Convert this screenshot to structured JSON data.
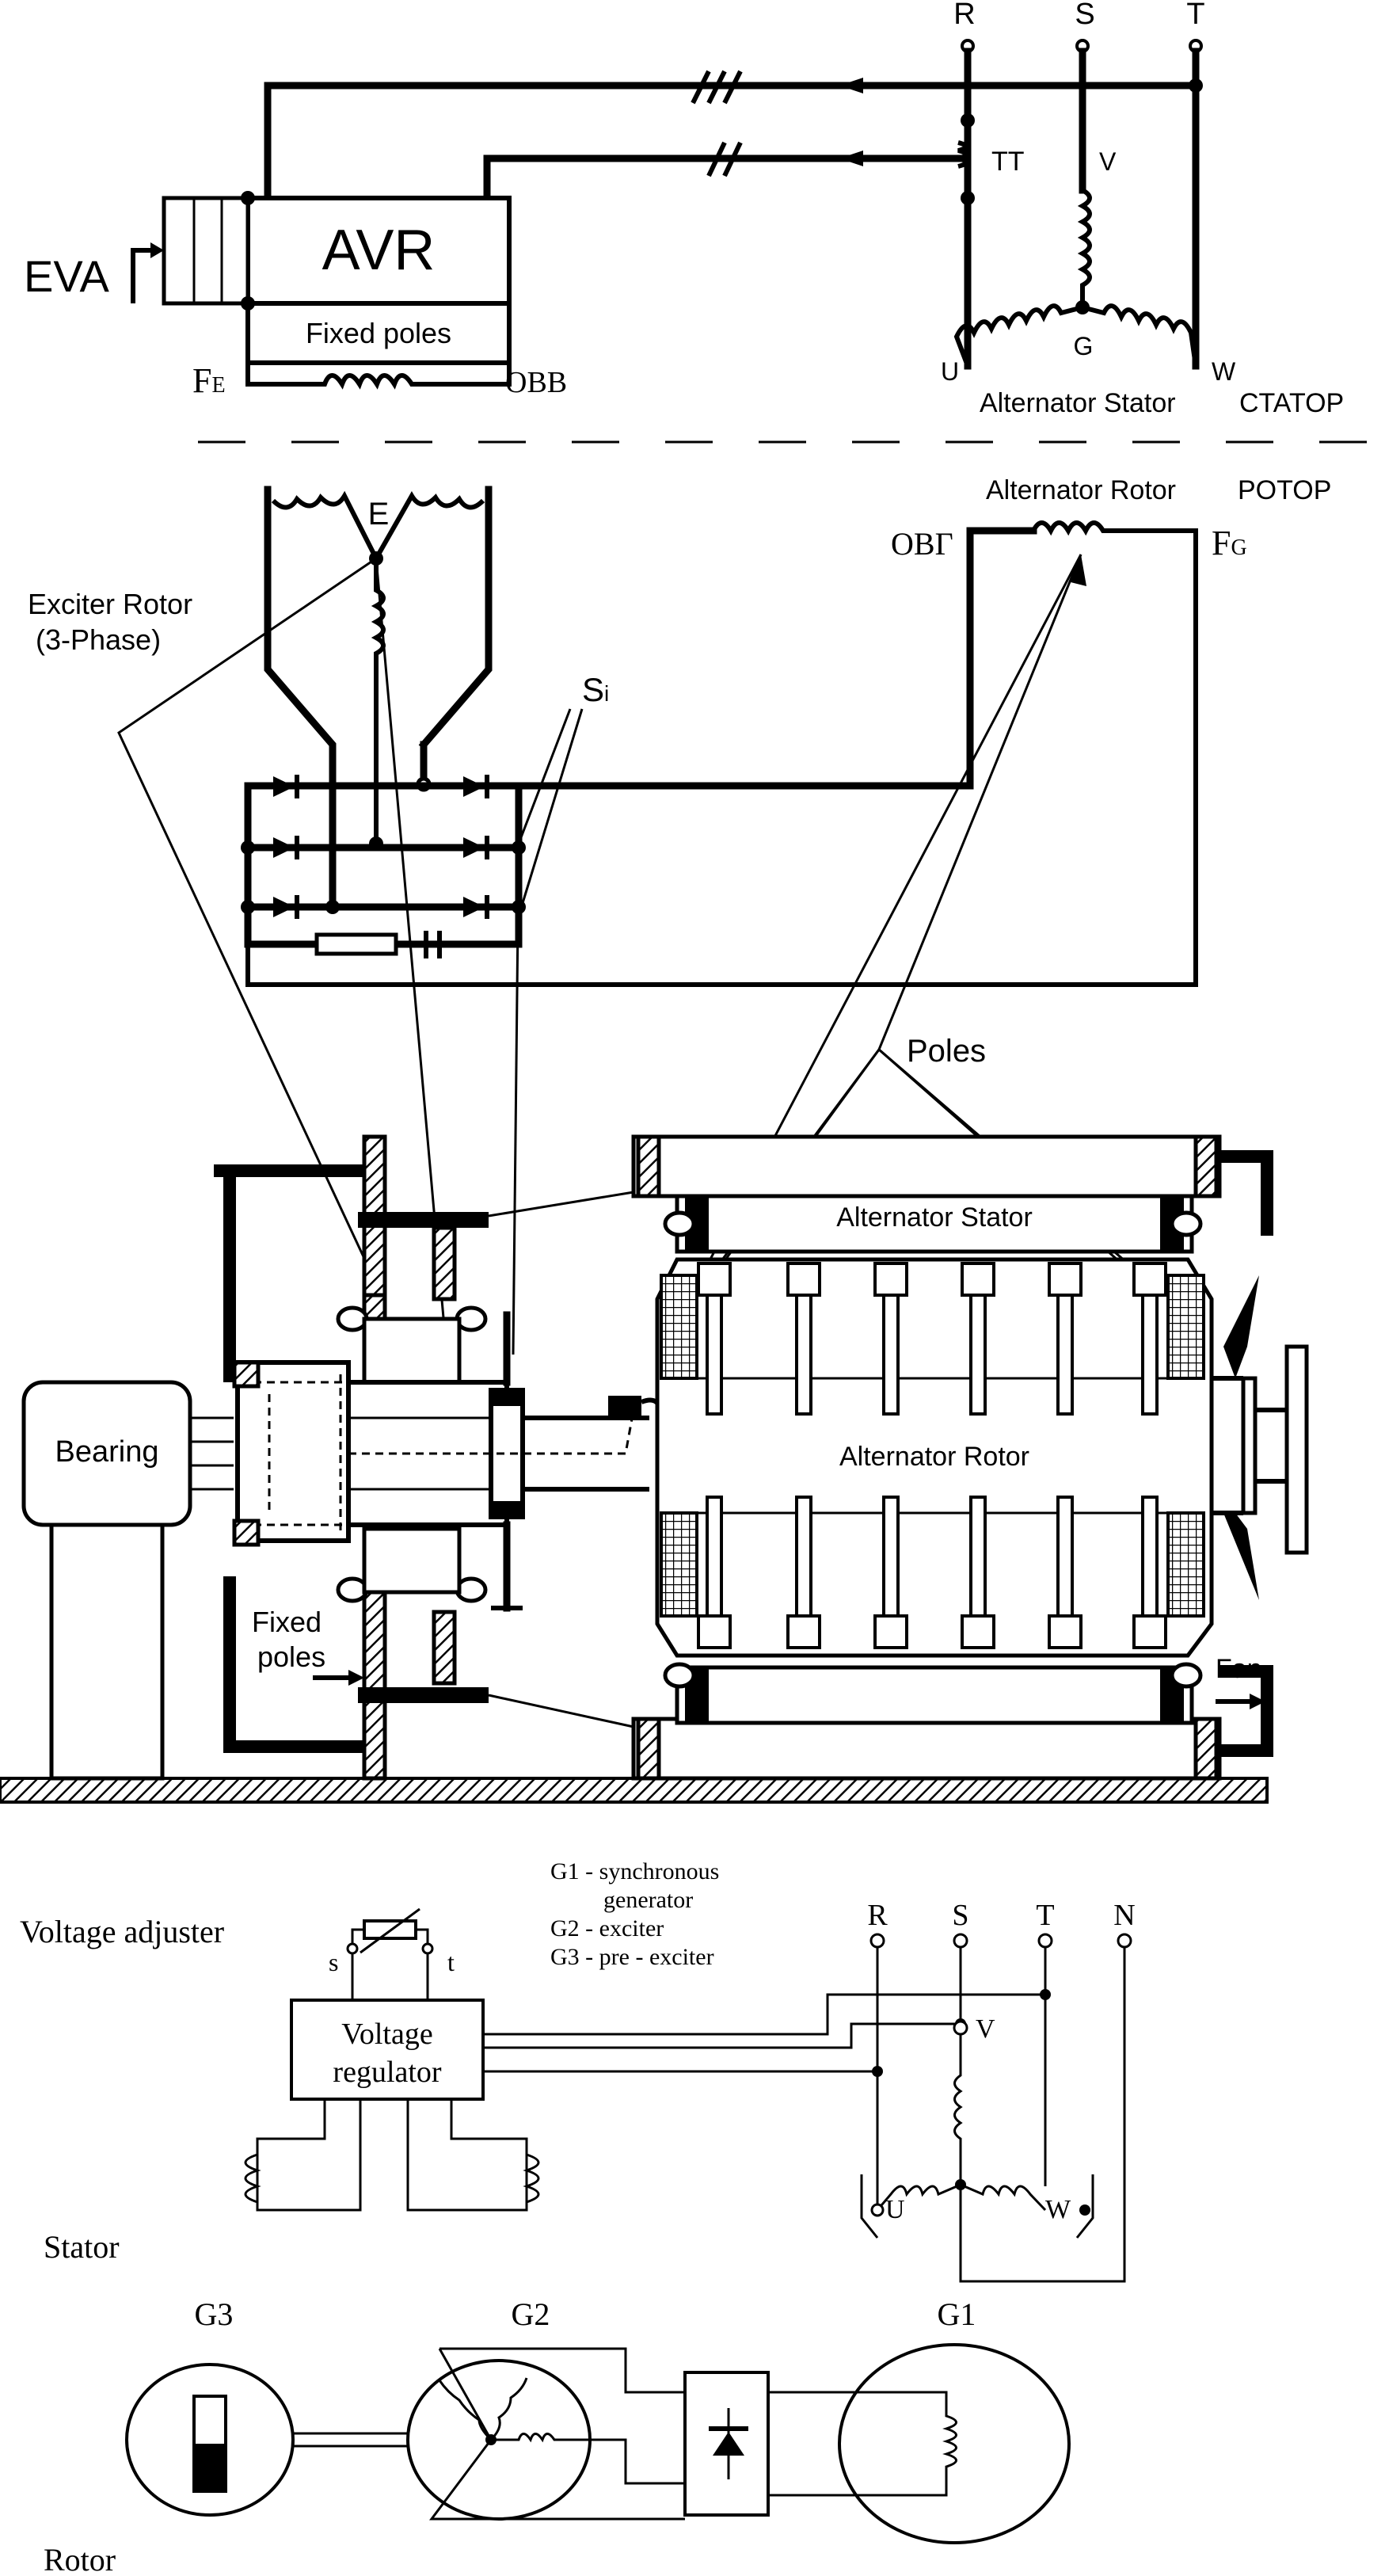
{
  "top_schematic": {
    "phases": [
      "R",
      "S",
      "T"
    ],
    "avr": "AVR",
    "eva": "EVA",
    "fixed_poles": "Fixed poles",
    "fe": "F",
    "fe_sub": "E",
    "obb": "OBB",
    "tt": "TT",
    "v": "V",
    "g": "G",
    "u": "U",
    "w": "W",
    "alternator_stator": "Alternator Stator",
    "ctatop": "CTATOP"
  },
  "rotor_schematic": {
    "alternator_rotor": "Alternator Rotor",
    "potop": "POTOP",
    "obg": "OBГ",
    "fg": "F",
    "fg_sub": "G",
    "e": "E",
    "exciter_rotor_line1": "Exciter Rotor",
    "exciter_rotor_line2": "(3-Phase)",
    "si": "S",
    "si_sub": "i"
  },
  "machine": {
    "poles": "Poles",
    "alternator_stator": "Alternator Stator",
    "alternator_rotor": "Alternator Rotor",
    "bearing": "Bearing",
    "fixed_poles_line1": "Fixed",
    "fixed_poles_line2": "poles",
    "fan": "Fan"
  },
  "bottom_schematic": {
    "legend": [
      "G1 - synchronous",
      "generator",
      "G2 - exciter",
      "G3 - pre - exciter"
    ],
    "voltage_adjuster": "Voltage adjuster",
    "s": "s",
    "t": "t",
    "voltage_regulator_line1": "Voltage",
    "voltage_regulator_line2": "regulator",
    "phases": [
      "R",
      "S",
      "T",
      "N"
    ],
    "v": "V",
    "u": "U",
    "w": "W",
    "stator": "Stator",
    "rotor": "Rotor",
    "g3": "G3",
    "g2": "G2",
    "g1": "G1"
  }
}
